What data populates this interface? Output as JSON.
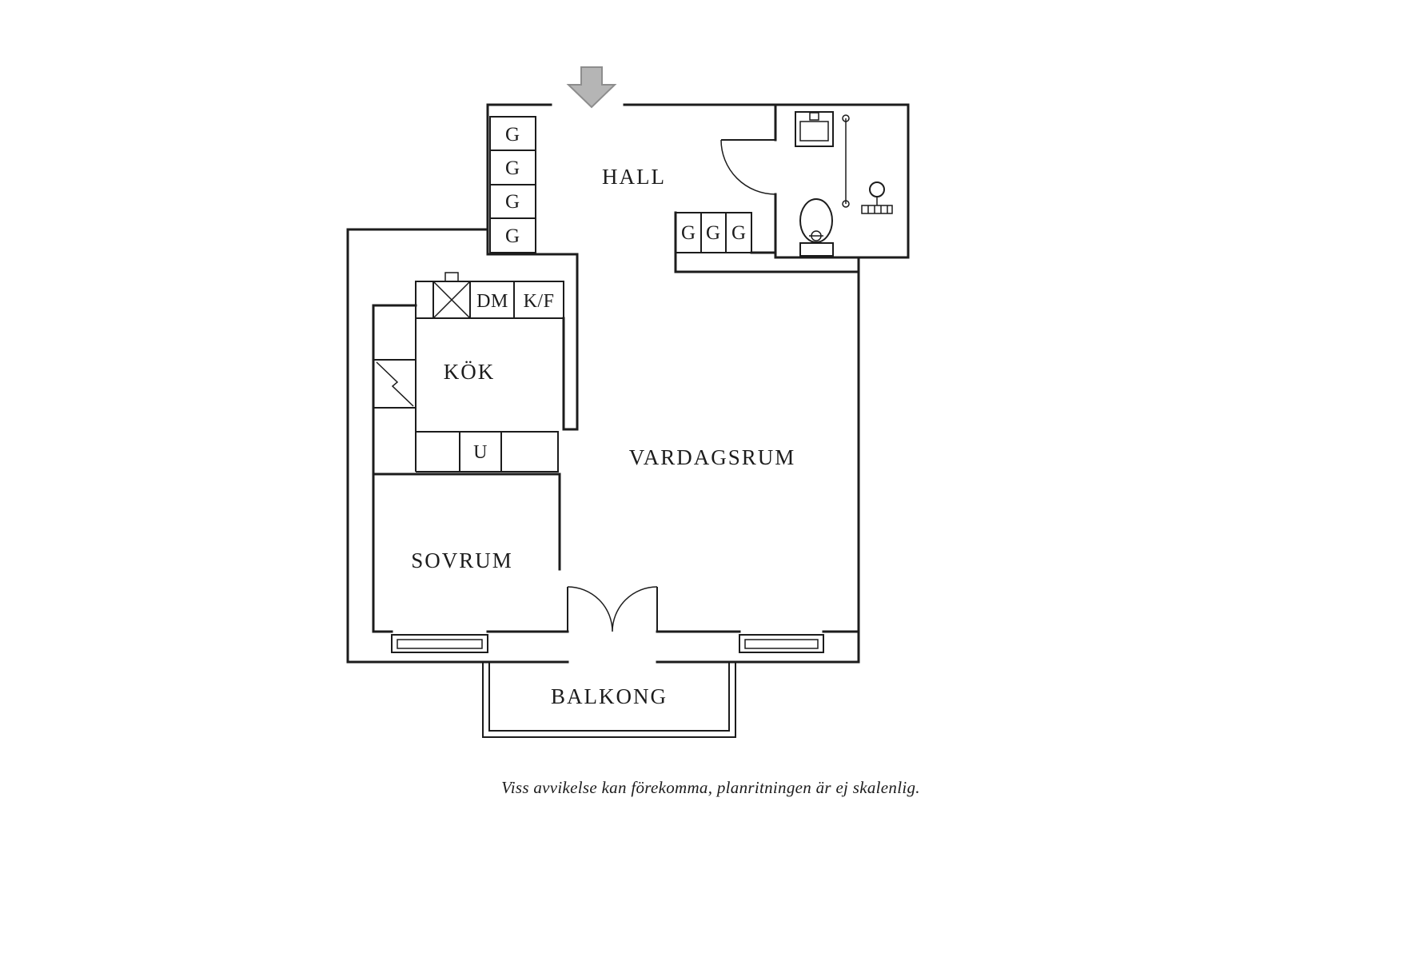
{
  "page": {
    "background": "#ffffff",
    "caption": "Viss avvikelse kan förekomma, planritningen är ej skalenlig."
  },
  "floorplan": {
    "line_color": "#1c1c1c",
    "entry_arrow": {
      "fill": "#b5b5b5",
      "stroke": "#8d8d8d"
    },
    "rooms": {
      "hall": {
        "label": "HALL"
      },
      "kitchen": {
        "label": "KÖK"
      },
      "living_room": {
        "label": "VARDAGSRUM"
      },
      "bedroom": {
        "label": "SOVRUM"
      },
      "balcony": {
        "label": "BALKONG"
      }
    },
    "closets": {
      "left_column": [
        "G",
        "G",
        "G",
        "G"
      ],
      "hall_row": [
        "G",
        "G",
        "G"
      ]
    },
    "kitchen_units": {
      "dishwasher": "DM",
      "fridge_freezer": "K/F",
      "oven": "U"
    }
  }
}
